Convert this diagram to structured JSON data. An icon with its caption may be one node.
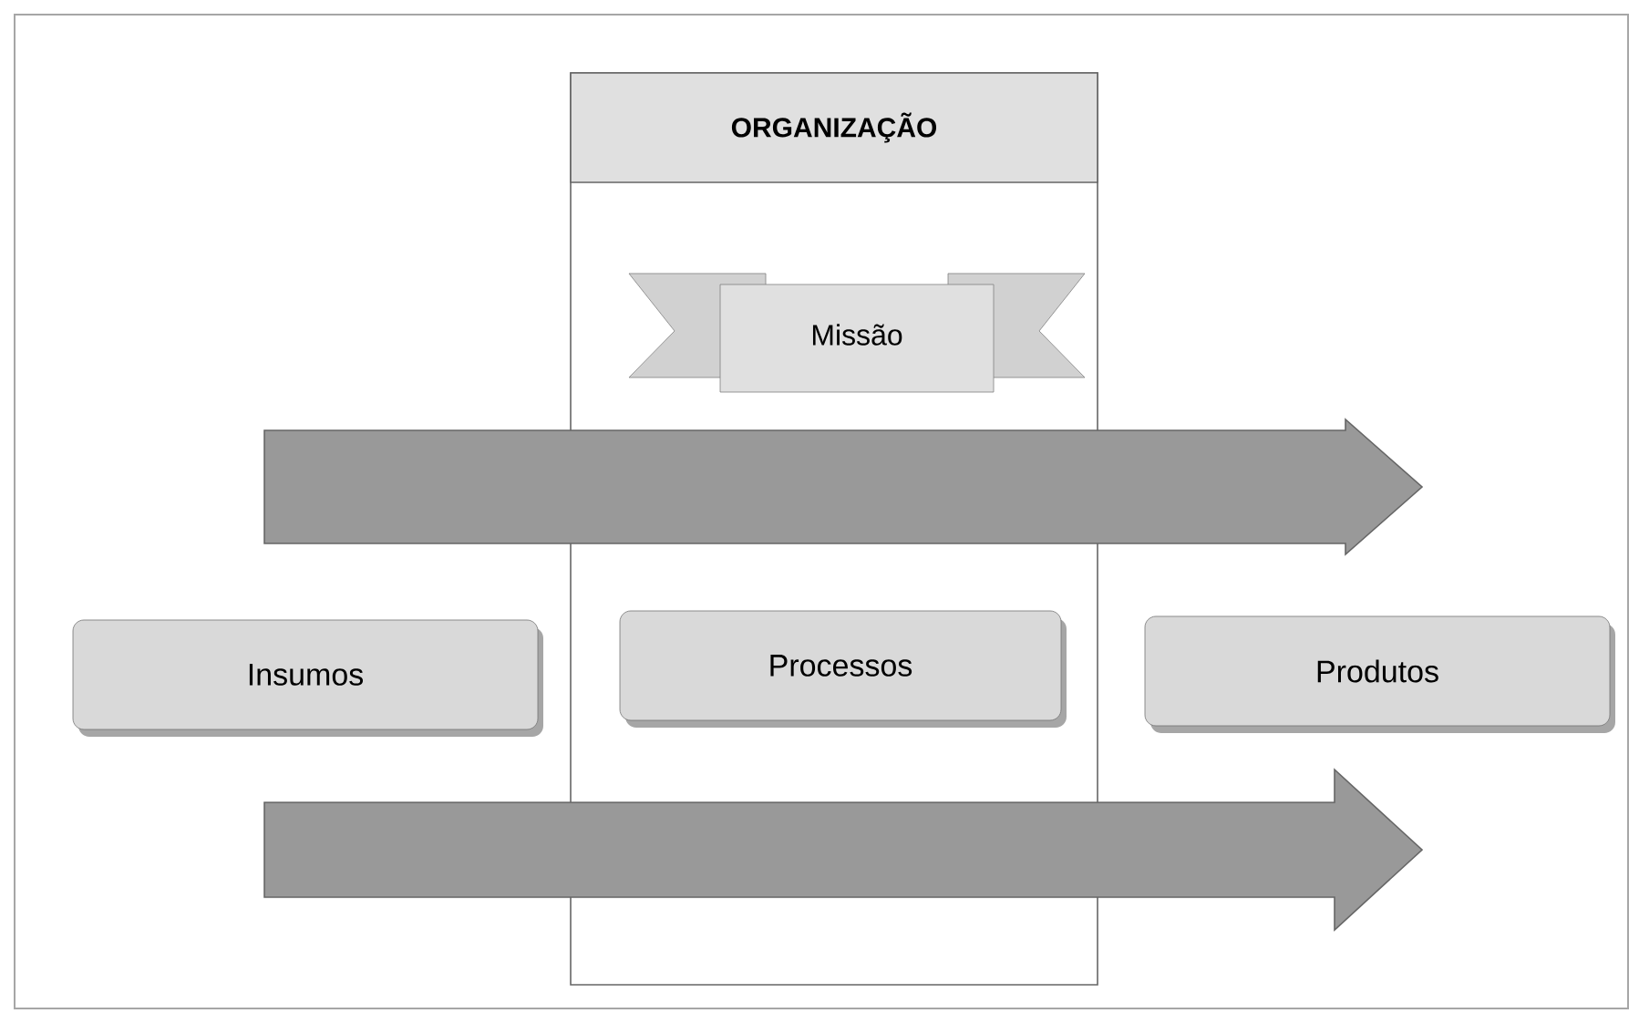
{
  "diagram": {
    "nodes": [
      {
        "text": [
          "ORGANIZAÇÃO"
        ]
      },
      {
        "text": [
          "Missão"
        ],
        "in": 0
      },
      {
        "text": [
          "Insumos"
        ]
      },
      {
        "text": [
          "Processos"
        ],
        "in": 0
      },
      {
        "text": [
          "Produtos"
        ]
      }
    ]
  }
}
